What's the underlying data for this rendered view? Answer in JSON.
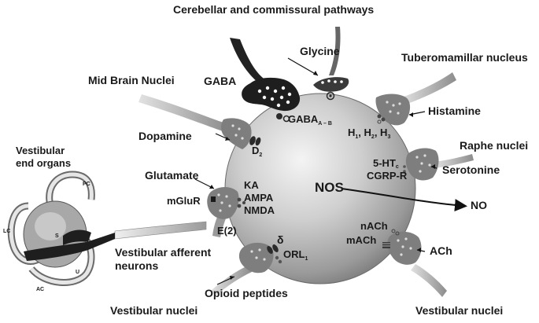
{
  "labels": {
    "cerebellar": "Cerebellar and commissural pathways",
    "glycine": "Glycine",
    "tuberomamillar": "Tuberomamillar nucleus",
    "midbrain": "Mid Brain Nuclei",
    "gaba": "GABA",
    "gaba_receptor": "GABA",
    "gaba_receptor_sub": "A – B",
    "histamine": "Histamine",
    "h_receptors": [
      "H",
      "1",
      ", H",
      "2",
      ", H",
      "3"
    ],
    "dopamine": "Dopamine",
    "d2": "D",
    "d2_sub": "2",
    "raphe": "Raphe nuclei",
    "serotonine": "Serotonine",
    "ht_receptor": "5-HT",
    "ht_receptor_sub": "c",
    "cgrp": "CGRP-R",
    "vestibular_end_organs_1": "Vestibular",
    "vestibular_end_organs_2": "end organs",
    "glutamate": "Glutamate",
    "mglur": "mGluR",
    "ka": "KA",
    "ampa": "AMPA",
    "nmda": "NMDA",
    "nos": "NOS",
    "no": "NO",
    "e2": "E(2)",
    "vestibular_afferent_1": "Vestibular afferent",
    "vestibular_afferent_2": "neurons",
    "nach": "nACh",
    "mach": "mACh",
    "ach": "ACh",
    "delta": "δ",
    "orl": "ORL",
    "orl_sub": "1",
    "opioid": "Opioid peptides",
    "vestibular_nuclei_left": "Vestibular nuclei",
    "vestibular_nuclei_right": "Vestibular nuclei",
    "pc": "PC",
    "lc": "LC",
    "ac": "AC",
    "s": "S",
    "u": "U"
  }
}
